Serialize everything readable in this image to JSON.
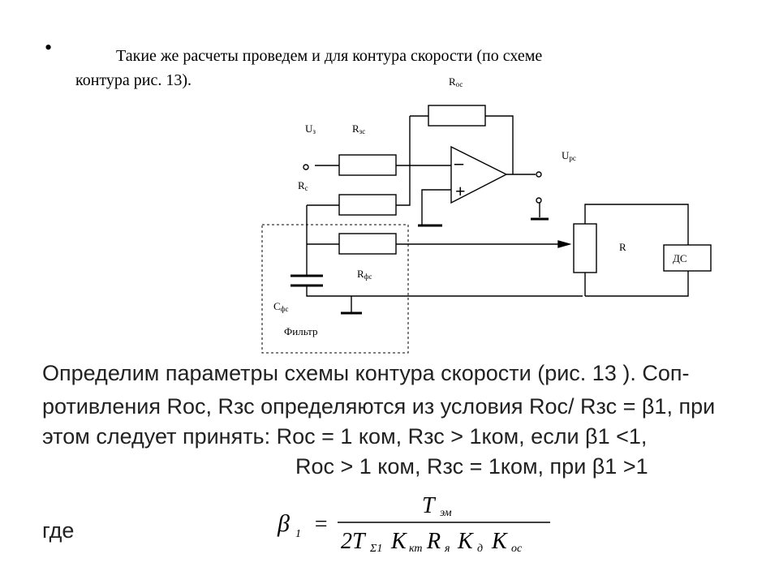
{
  "intro": {
    "bullet": "•",
    "line1": "Такие же расчеты проведем и для контура скорости (по схеме",
    "line2": "контура  рис. 13)."
  },
  "circuit": {
    "label_roc": "R",
    "label_roc_sub": "ос",
    "label_uz": "U",
    "label_uz_sub": "з",
    "label_rzs": "R",
    "label_rzs_sub": "зс",
    "label_rc": "R",
    "label_rc_sub": "c",
    "label_urs": "U",
    "label_urs_sub": "рс",
    "label_minus": "–",
    "label_plus": "+",
    "label_r": "R",
    "label_ds": "ДС",
    "label_rfs": "R",
    "label_rfs_sub": "фс",
    "label_cfs": "C",
    "label_cfs_sub": "фс",
    "label_filter": "Фильтр"
  },
  "paragraph": {
    "line1": "Определим параметры схемы контура скорости (рис. 13 ). Соп-",
    "line2": "ротивления Rоc, Rзс определяются из условия Rоc/ Rзс = β1, при",
    "line3": "этом следует принять: Rоc = 1 ком, Rзс > 1ком, если β1 <1,",
    "line4": "Rоc > 1 ком, Rзс = 1ком, при  β1 >1"
  },
  "where_label": "где",
  "formula": {
    "beta": "β",
    "beta_sub": "1",
    "equals": "=",
    "num_T": "T",
    "num_sub": "эм",
    "den_2T": "2T",
    "den_sigma": "Σ1",
    "den_K1": "K",
    "den_K1_sub": "кт",
    "den_R": "R",
    "den_R_sub": "я",
    "den_K2": "K",
    "den_K2_sub": "д",
    "den_K3": "K",
    "den_K3_sub": "ос"
  }
}
